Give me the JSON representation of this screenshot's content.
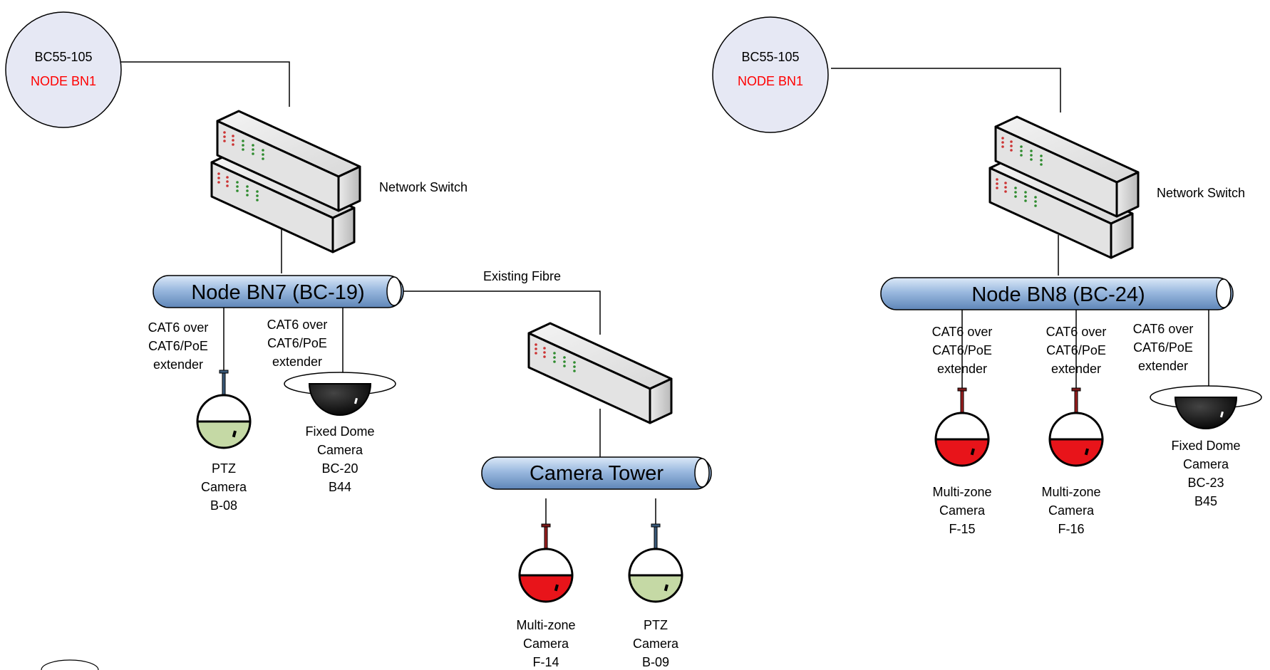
{
  "left": {
    "circle": {
      "line1": "BC55-105",
      "line2": "NODE BN1"
    },
    "switch_label": "Network Switch",
    "node": "Node BN7 (BC-19)",
    "fibre_label": "Existing Fibre",
    "tower": "Camera Tower",
    "ext1": [
      "CAT6 over",
      "CAT6/PoE",
      "extender"
    ],
    "ext2": [
      "CAT6 over",
      "CAT6/PoE",
      "extender"
    ],
    "cam_ptz_b08": [
      "PTZ",
      "Camera",
      "B-08"
    ],
    "cam_dome_bc20": [
      "Fixed Dome",
      "Camera",
      "BC-20",
      "B44"
    ],
    "cam_mz_f14": [
      "Multi-zone",
      "Camera",
      "F-14"
    ],
    "cam_ptz_b09": [
      "PTZ",
      "Camera",
      "B-09"
    ]
  },
  "right": {
    "circle": {
      "line1": "BC55-105",
      "line2": "NODE BN1"
    },
    "switch_label": "Network Switch",
    "node": "Node BN8 (BC-24)",
    "ext1": [
      "CAT6 over",
      "CAT6/PoE",
      "extender"
    ],
    "ext2": [
      "CAT6 over",
      "CAT6/PoE",
      "extender"
    ],
    "ext3": [
      "CAT6 over",
      "CAT6/PoE",
      "extender"
    ],
    "cam_mz_f15": [
      "Multi-zone",
      "Camera",
      "F-15"
    ],
    "cam_mz_f16": [
      "Multi-zone",
      "Camera",
      "F-16"
    ],
    "cam_dome_bc23": [
      "Fixed Dome",
      "Camera",
      "BC-23",
      "B45"
    ]
  },
  "colors": {
    "node_red": "#ff0000",
    "ptz_green": "#c5d9a5",
    "multizone_red": "#e8141a",
    "bar_blue": "#8fb4dc",
    "circle_fill": "#e6e8f4"
  }
}
